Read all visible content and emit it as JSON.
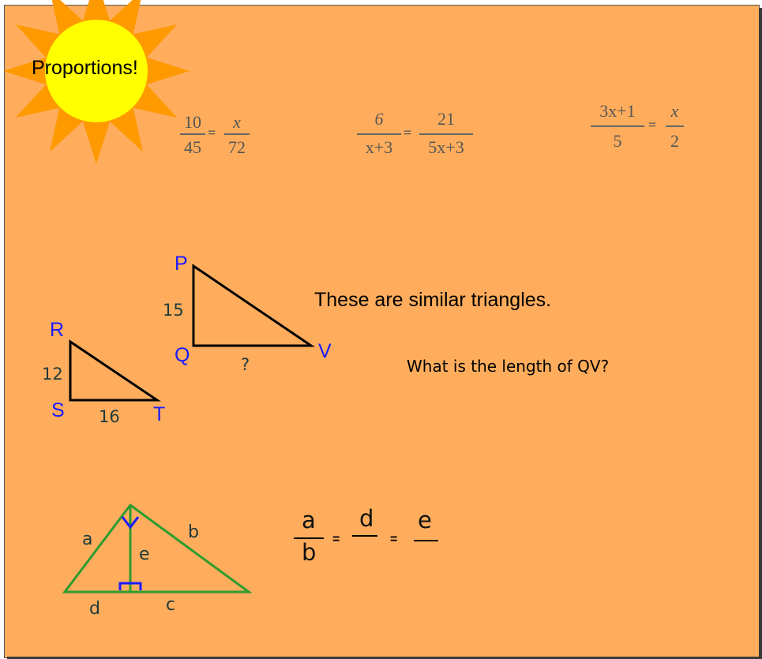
{
  "title": "Proportions!",
  "equations": [
    {
      "num_left": "10",
      "den_left": "45",
      "num_right": "x",
      "den_right": "72"
    },
    {
      "num_left": "6",
      "den_left": "x+3",
      "num_right": "21",
      "den_right": "5x+3"
    },
    {
      "num_left": "3x+1",
      "den_left": "5",
      "num_right": "x",
      "den_right": "2"
    }
  ],
  "equals_sign": "=",
  "triangle_large": {
    "top": "P",
    "bottom_left": "Q",
    "bottom_right": "V",
    "side_pq": "15",
    "side_qv": "?"
  },
  "triangle_small": {
    "top": "R",
    "bottom_left": "S",
    "bottom_right": "T",
    "side_rs": "12",
    "side_st": "16"
  },
  "statement": "These are similar triangles.",
  "question": "What is the length of QV?",
  "right_triangle": {
    "side_a": "a",
    "side_b": "b",
    "altitude_e": "e",
    "segment_d": "d",
    "segment_c": "c"
  },
  "proportion": {
    "num1": "a",
    "den1": "b",
    "num2": "d",
    "num3": "e",
    "eq1": "=",
    "eq2": "="
  },
  "colors": {
    "background": "#ffad5c",
    "sun_rays": "#ff9900",
    "sun_disk": "#ffff00",
    "label_blue": "#1a1aff",
    "triangle_green": "#2e9c2e"
  }
}
